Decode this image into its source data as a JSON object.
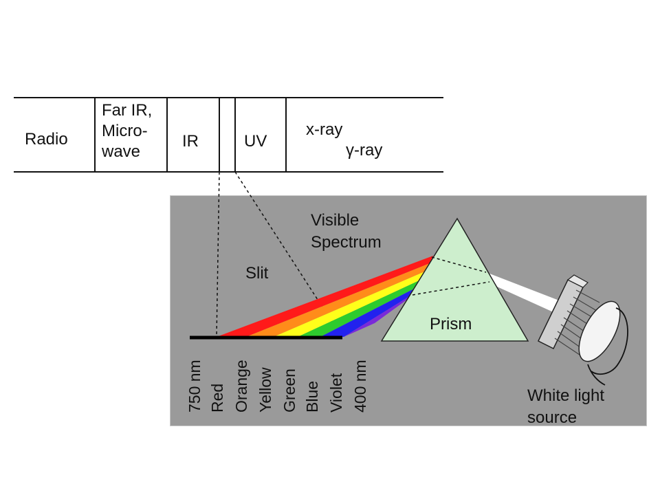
{
  "bands": {
    "radio": "Radio",
    "far_ir_lines": [
      "Far IR,",
      "Micro-",
      "wave"
    ],
    "ir": "IR",
    "uv": "UV",
    "xray": "x-ray",
    "gamma": "γ-ray"
  },
  "panel": {
    "visible_lines": [
      "Visible",
      "Spectrum"
    ],
    "slit": "Slit",
    "prism": "Prism",
    "source_lines": [
      "White light",
      "source"
    ]
  },
  "spectrum_labels": [
    "750 nm",
    "Red",
    "Orange",
    "Yellow",
    "Green",
    "Blue",
    "Violet",
    "400 nm"
  ],
  "colors": {
    "panel_bg": "#9a9a9a",
    "prism_fill": "#cdeecd",
    "red": "#ff1a1a",
    "orange": "#ff8c1a",
    "yellow": "#ffff1a",
    "green": "#2ecc2e",
    "blue": "#2222ee",
    "violet": "#7a2ad8"
  }
}
